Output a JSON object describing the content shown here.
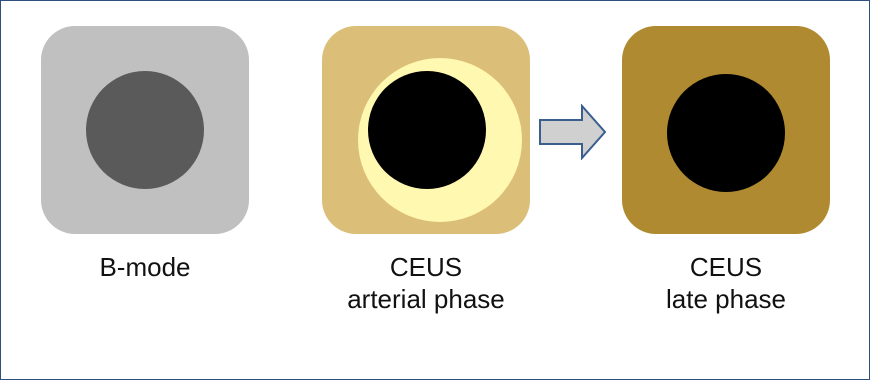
{
  "panels": [
    {
      "id": "bmode",
      "caption_lines": [
        "B-mode"
      ],
      "tile_color": "#c0c0c0",
      "lesion_color": "#5a5a5a"
    },
    {
      "id": "arterial",
      "caption_lines": [
        "CEUS",
        "arterial phase"
      ],
      "tile_color": "#dbbe78",
      "rim_color": "#fff8b0",
      "lesion_color": "#000000"
    },
    {
      "id": "late",
      "caption_lines": [
        "CEUS",
        "late phase"
      ],
      "tile_color": "#b08a30",
      "lesion_color": "#000000"
    }
  ],
  "arrow": {
    "direction": "right",
    "fill_color": "#d0d0d0",
    "stroke_color": "#3a5f8f"
  },
  "frame_border_color": "#2f4f7f"
}
